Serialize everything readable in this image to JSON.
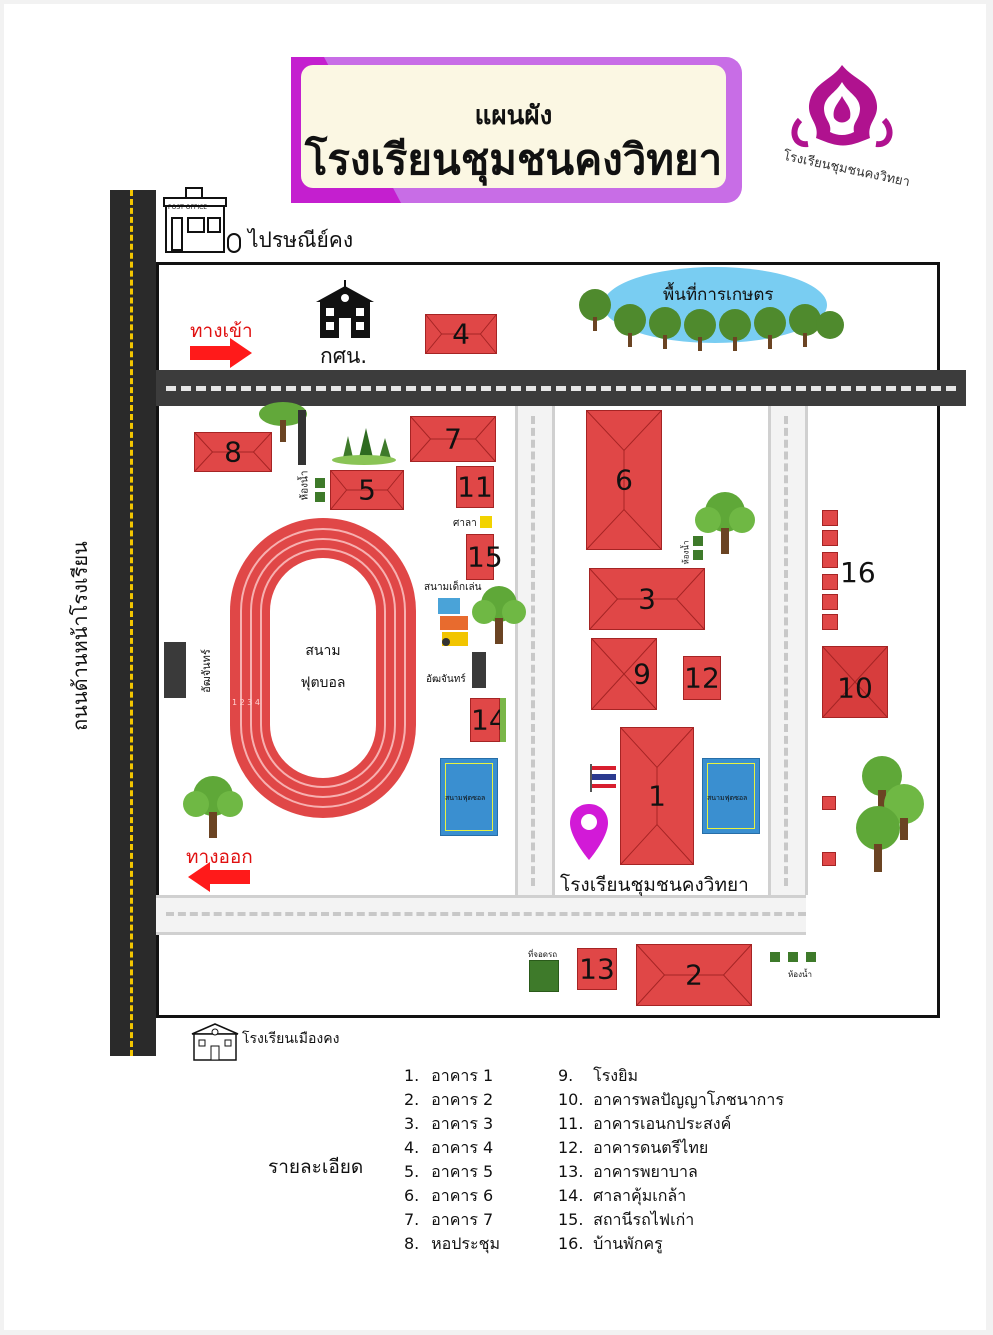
{
  "title": {
    "line1": "แผนผัง",
    "line2": "โรงเรียนชุมชนคงวิทยา"
  },
  "logo_text": "โรงเรียนชุมชนคงวิทยา",
  "places": {
    "post_office_sign": "POST OFFICE",
    "post_office": "ไปรษณีย์คง",
    "entrance": "ทางเข้า",
    "exit": "ทางออก",
    "gson": "กศน.",
    "farm_area": "พื้นที่การเกษตร",
    "front_road": "ถนนด้านหน้าโรงเรียน",
    "football_field_line1": "สนาม",
    "football_field_line2": "ฟุตบอล",
    "toilet": "ห้องน้ำ",
    "sala": "ศาลา",
    "playground": "สนามเด็กเล่น",
    "stand": "อัฒจันทร์",
    "court": "สนามฟุตซอล",
    "school_pin": "โรงเรียนชุมชนคงวิทยา",
    "parking": "ที่จอดรถ",
    "neighbor_school": "โรงเรียนเมืองคง",
    "track_lanes": "1 2 3 4"
  },
  "buildings": [
    "1",
    "2",
    "3",
    "4",
    "5",
    "6",
    "7",
    "8",
    "9",
    "10",
    "11",
    "12",
    "13",
    "14",
    "15",
    "16"
  ],
  "legend": {
    "heading": "รายละเอียด",
    "left": [
      {
        "n": "1.",
        "t": "อาคาร 1"
      },
      {
        "n": "2.",
        "t": "อาคาร 2"
      },
      {
        "n": "3.",
        "t": "อาคาร 3"
      },
      {
        "n": "4.",
        "t": "อาคาร 4"
      },
      {
        "n": "5.",
        "t": "อาคาร 5"
      },
      {
        "n": "6.",
        "t": "อาคาร 6"
      },
      {
        "n": "7.",
        "t": "อาคาร 7"
      },
      {
        "n": "8.",
        "t": "หอประชุม"
      }
    ],
    "right": [
      {
        "n": "9.",
        "t": "โรงยิม"
      },
      {
        "n": "10.",
        "t": "อาคารพลปัญญาโภชนาการ"
      },
      {
        "n": "11.",
        "t": "อาคารเอนกประสงค์"
      },
      {
        "n": "12.",
        "t": "อาคารดนตรีไทย"
      },
      {
        "n": "13.",
        "t": "อาคารพยาบาล"
      },
      {
        "n": "14.",
        "t": "ศาลาคุ้มเกล้า"
      },
      {
        "n": "15.",
        "t": "สถานีรถไฟเก่า"
      },
      {
        "n": "16.",
        "t": "บ้านพักครู"
      }
    ]
  },
  "colors": {
    "building": "#e04747",
    "track": "#e04747",
    "road": "#3c3c3c",
    "court": "#3a8fd0",
    "accent_purple": "#c41fcf",
    "arrow": "#ff1a1a"
  }
}
